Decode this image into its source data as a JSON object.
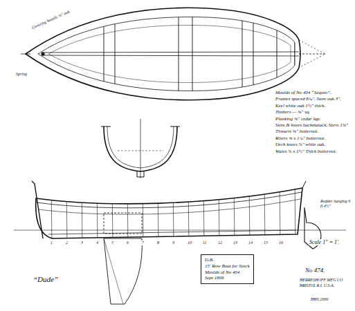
{
  "diagram": {
    "title": "“Dude”",
    "nodes": [
      {
        "text": [
          "D.B.",
          "15' Row Boat for Stock",
          "Moulds of No 404",
          "Sept 1896"
        ]
      }
    ],
    "labels": [
      "Moulds of No 404 “Sequin”.",
      "Frames spaced 8¾\". Stem oak 3\".",
      "Keel white oak 1½\" thick.",
      "Timbers — ⅝\" sq.",
      "Planking ⅜\" cedar lap.",
      "Stem & knees hackmatack, Stern 1⅛\"",
      "Thwarts ⅝\" butternut.",
      "Risers ⅝ x 1¾\" butternut.",
      "Deck knees ⅞\" white oak.",
      "Wales ⅞ x 1½\" Thick butternut.",
      "Covering boards ⅜\" oak",
      "Spring",
      "Scale 1\" = 1'.",
      "No 474.",
      "HERRESHOFF MFG CO",
      "BRISTOL R.I. U.S.A.",
      "HHS 2009",
      "Rudder hanging 9 ft 4½\"",
      "1",
      "2",
      "3",
      "4",
      "5",
      "6",
      "7",
      "8",
      "9",
      "10",
      "11",
      "12",
      "13",
      "14",
      "15",
      "16"
    ]
  }
}
